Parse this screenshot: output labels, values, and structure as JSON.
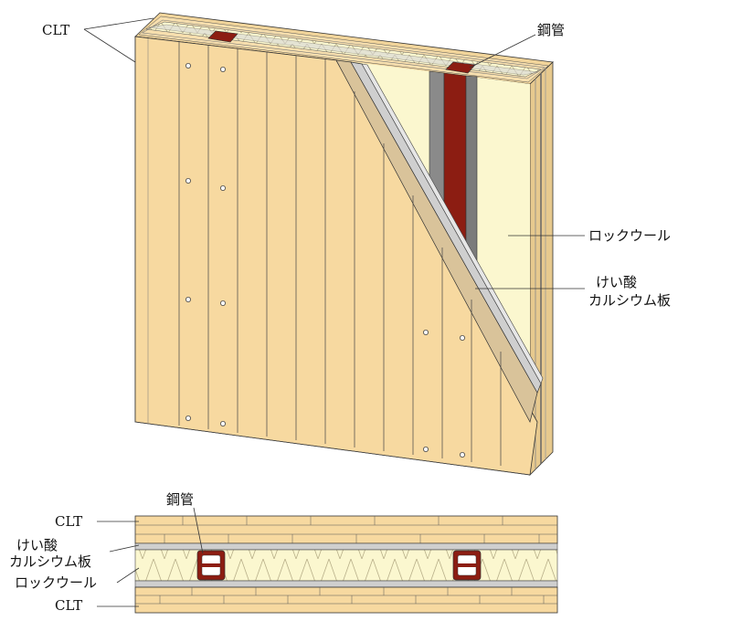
{
  "iso_view": {
    "labels": {
      "clt": "CLT",
      "steel_pipe": "鋼管",
      "rock_wool": "ロックウール",
      "calcium_silicate_line1": "けい酸",
      "calcium_silicate_line2": "カルシウム板"
    }
  },
  "section_view": {
    "labels": {
      "steel_pipe": "鋼管",
      "clt_top": "CLT",
      "calcium_silicate_line1": "けい酸",
      "calcium_silicate_line2": "カルシウム板",
      "rock_wool": "ロックウール",
      "clt_bottom": "CLT"
    }
  },
  "colors": {
    "clt_wood": "#f7d9a0",
    "clt_edge": "#e3bd7e",
    "rock_wool": "#fbf7cf",
    "calcium_silicate_board": "#cfcfcf",
    "steel_pipe": "#8c1d12",
    "steel_flange_gray": "#8a8a8a",
    "line": "#333333"
  }
}
